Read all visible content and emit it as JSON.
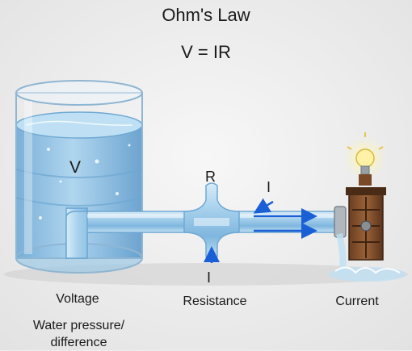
{
  "title": "Ohm's Law",
  "formula": "V = IR",
  "labels": {
    "voltage_symbol": "V",
    "resistance_symbol": "R",
    "current_symbol_top": "I",
    "current_symbol_bottom": "I"
  },
  "captions": {
    "voltage": "Voltage",
    "water_pressure": "Water pressure/ difference",
    "resistance": "Resistance",
    "current": "Current"
  },
  "colors": {
    "water": "#8fc3e6",
    "arrow": "#1a5fd6",
    "background": "#eeeeee"
  },
  "icons": [
    "water-tank-icon",
    "pipe-icon",
    "pipe-constriction-icon",
    "flow-arrow-icon",
    "waterwheel-icon",
    "light-bulb-icon"
  ]
}
